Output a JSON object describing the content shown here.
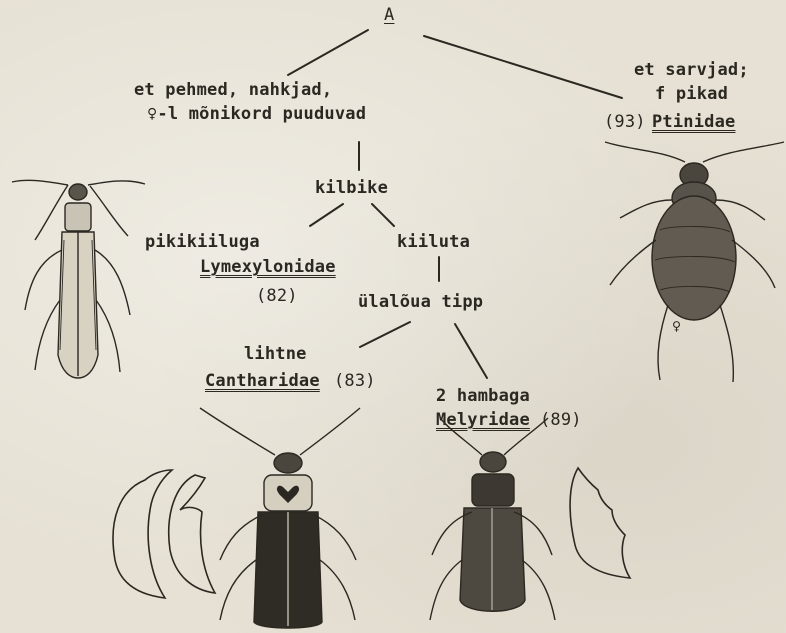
{
  "key": {
    "root": "A",
    "left_branch": {
      "line1": "et pehmed, nahkjad,",
      "line2": "♀-l mõnikord puuduvad"
    },
    "right_branch": {
      "line1": "et sarvjad;",
      "line2": "f pikad",
      "number": "(93)",
      "family": "Ptinidae"
    },
    "node_kilbike": "kilbike",
    "pikikiiluga": {
      "label": "pikikiiluga",
      "family": "Lymexylonidae",
      "number": "(82)"
    },
    "kiiluta": "kiiluta",
    "node_ulalõua": "ülalõua tipp",
    "lihtne": {
      "label": "lihtne",
      "family": "Cantharidae",
      "number": "(83)"
    },
    "hambaga": {
      "label": "2 hambaga",
      "family": "Melyridae",
      "number": "(89)"
    },
    "female_symbol": "♀"
  },
  "illustrations": [
    "lymexylonidae-beetle",
    "ptinidae-beetle",
    "cantharidae-beetle",
    "melyridae-beetle",
    "cantharidae-mandibles",
    "melyridae-mandible"
  ]
}
